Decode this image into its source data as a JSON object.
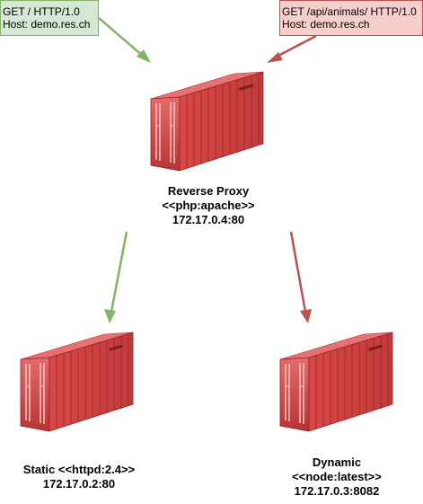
{
  "colors": {
    "green_box_fill": "#d5e8d4",
    "green_box_stroke": "#82b366",
    "red_box_fill": "#f8cecc",
    "red_box_stroke": "#b85450",
    "container_red": "#d64545"
  },
  "requests": {
    "left": {
      "line1": "GET / HTTP/1.0",
      "line2": "Host: demo.res.ch"
    },
    "right": {
      "line1": "GET /api/animals/ HTTP/1.0",
      "line2": "Host: demo.res.ch"
    }
  },
  "nodes": {
    "proxy": {
      "line1": "Reverse Proxy",
      "line2": "<<php:apache>>",
      "line3": "172.17.0.4:80",
      "icon": "shipping-container-icon"
    },
    "static": {
      "line1": "Static <<httpd:2.4>>",
      "line2": "172.17.0.2:80",
      "icon": "shipping-container-icon"
    },
    "dynamic": {
      "line1": "Dynamic",
      "line2": "<<node:latest>>",
      "line3": "172.17.0.3:8082",
      "icon": "shipping-container-icon"
    }
  }
}
